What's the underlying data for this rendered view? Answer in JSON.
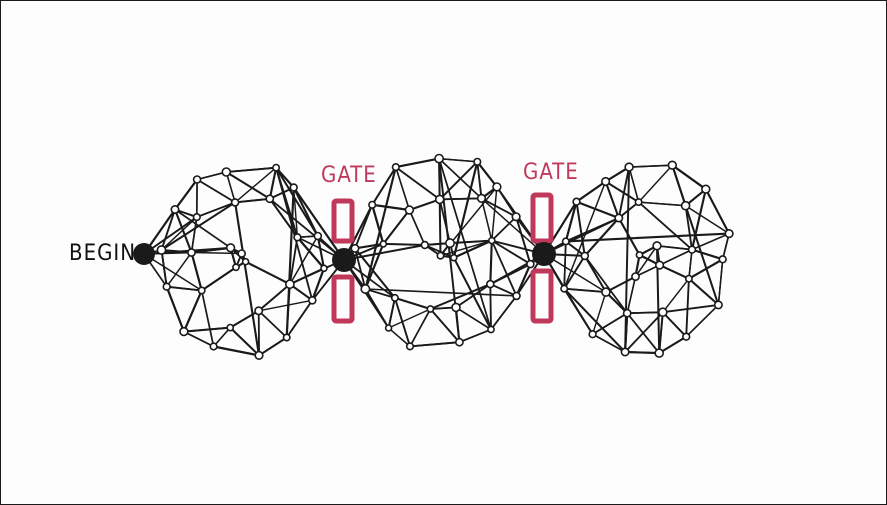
{
  "labels": {
    "begin": "BEGIN",
    "gate_1": "GATE",
    "gate_2": "GATE"
  },
  "colors": {
    "ink": "#1a1a1a",
    "gate": "#c0395a",
    "background": "#fdfdfd"
  }
}
